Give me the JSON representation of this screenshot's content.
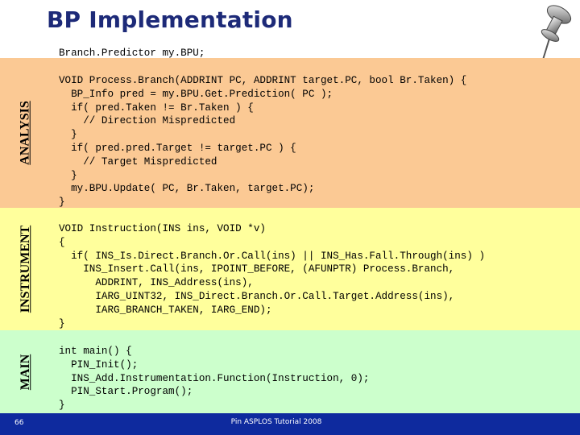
{
  "slide": {
    "title": "BP Implementation",
    "declaration": "Branch.Predictor my.BPU;",
    "page_number": "66",
    "footer": "Pin ASPLOS Tutorial 2008",
    "icons": [
      "push-pin-icon"
    ]
  },
  "sections": {
    "analysis": {
      "label": "ANALYSIS",
      "color": "#fbc994",
      "code": "VOID Process.Branch(ADDRINT PC, ADDRINT target.PC, bool Br.Taken) {\n  BP_Info pred = my.BPU.Get.Prediction( PC );\n  if( pred.Taken != Br.Taken ) {\n    // Direction Mispredicted\n  }\n  if( pred.pred.Target != target.PC ) {\n    // Target Mispredicted\n  }\n  my.BPU.Update( PC, Br.Taken, target.PC);\n}"
    },
    "instrument": {
      "label": "INSTRUMENT",
      "color": "#ffff9c",
      "code": "VOID Instruction(INS ins, VOID *v)\n{\n  if( INS_Is.Direct.Branch.Or.Call(ins) || INS_Has.Fall.Through(ins) )\n    INS_Insert.Call(ins, IPOINT_BEFORE, (AFUNPTR) Process.Branch,\n      ADDRINT, INS_Address(ins),\n      IARG_UINT32, INS_Direct.Branch.Or.Call.Target.Address(ins),\n      IARG_BRANCH_TAKEN, IARG_END);\n}"
    },
    "main": {
      "label": "MAIN",
      "color": "#ccffcc",
      "code": "int main() {\n  PIN_Init();\n  INS_Add.Instrumentation.Function(Instruction, 0);\n  PIN_Start.Program();\n}"
    }
  },
  "colors": {
    "title": "#1d2a78",
    "footer_bar": "#0e2a9e"
  }
}
